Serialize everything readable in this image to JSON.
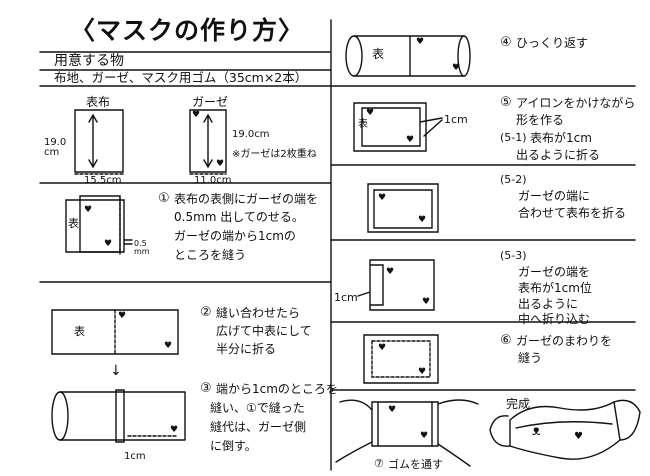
{
  "title": "〈マスクの作り方〉",
  "materials": {
    "heading": "用意する物",
    "list": "布地、ガーゼ、マスク用ゴム（35cm×2本）"
  },
  "fabric": {
    "label": "表布",
    "height": "19.0 cm",
    "width": "15.5cm"
  },
  "gauze": {
    "label": "ガーゼ",
    "height": "19.0cm",
    "note": "※ガーゼは2枚重ね",
    "width": "11.0cm"
  },
  "steps": {
    "s1": {
      "marker": "①",
      "lines": [
        "表布の表側にガーゼの端を",
        "0.5mm 出してのせる。",
        "ガーゼの端から1cmの",
        "ところを縫う"
      ],
      "panel_label": "表",
      "dim_label": "0.5 mm"
    },
    "s2": {
      "marker": "②",
      "lines": [
        "縫い合わせたら",
        "広げて中表にして",
        "半分に折る"
      ],
      "panel_label": "表"
    },
    "s3": {
      "marker": "③",
      "lines": [
        "端から1cmのところを",
        "縫い、①で縫った",
        "縫代は、ガーゼ側",
        "に倒す。"
      ],
      "dim_label": "1cm"
    },
    "s4": {
      "marker": "④",
      "text": "ひっくり返す",
      "panel_label": "表"
    },
    "s5": {
      "marker": "⑤",
      "lines": [
        "アイロンをかけながら",
        "形を作る"
      ],
      "dim_label": "1cm",
      "panel_label": "表"
    },
    "s5_1": {
      "marker": "(5-1)",
      "lines": [
        "表布が1cm",
        "出るように折る"
      ]
    },
    "s5_2": {
      "marker": "(5-2)",
      "lines": [
        "ガーゼの端に",
        "合わせて表布を折る"
      ]
    },
    "s5_3": {
      "marker": "(5-3)",
      "lines": [
        "ガーゼの端を",
        "表布が1cm位",
        "出るように",
        "中へ折り込む"
      ],
      "dim_label": "1cm"
    },
    "s6": {
      "marker": "⑥",
      "lines": [
        "ガーゼのまわりを",
        "縫う"
      ]
    },
    "s7": {
      "marker": "⑦",
      "text": "ゴムを通す"
    },
    "complete": {
      "label": "完成"
    }
  },
  "symbols": {
    "heart": "♥",
    "arrow_down": "↓"
  }
}
